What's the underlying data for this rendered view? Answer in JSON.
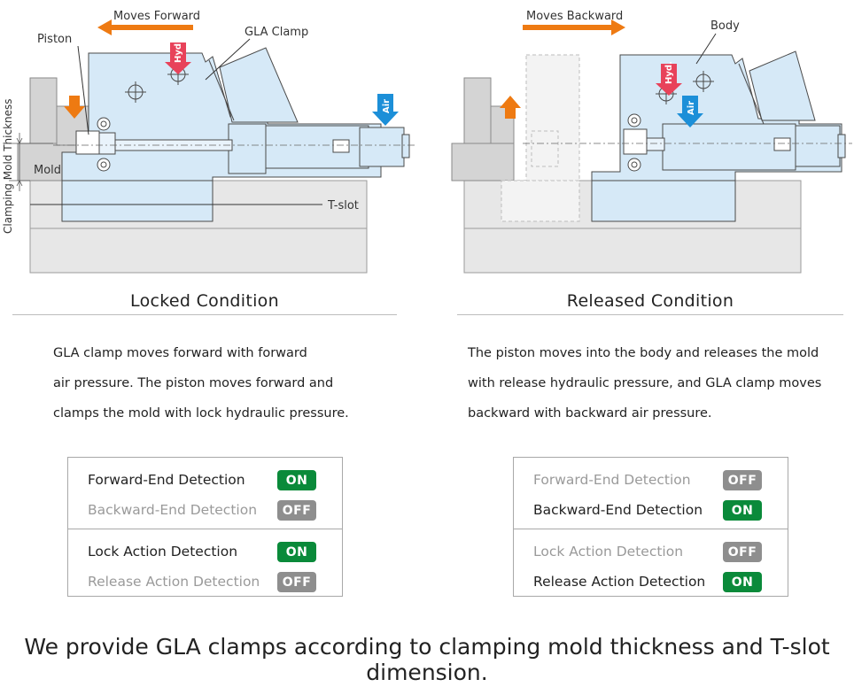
{
  "colors": {
    "body_blue": "#d6e9f7",
    "outline": "#4a4a4a",
    "arrow_orange": "#ee7a12",
    "arrow_red": "#e8425a",
    "arrow_blue": "#1c8fd8",
    "on_green": "#0a8a3a",
    "off_gray": "#8e8e8e",
    "base_gray": "#e7e7e7"
  },
  "locked": {
    "move_label": "Moves Forward",
    "piston_label": "Piston",
    "clamp_label": "GLA Clamp",
    "hyd_label": "Hyd.",
    "air_label": "Air",
    "mold_label": "Mold",
    "tslot_label": "T-slot",
    "thickness_label": "Clamping Mold Thickness",
    "title": "Locked Condition",
    "description": "GLA clamp moves forward with forward\nair pressure. The piston moves forward and\nclamps the mold with lock hydraulic pressure.",
    "status_groups": [
      [
        {
          "label": "Forward-End Detection",
          "state": "ON"
        },
        {
          "label": "Backward-End Detection",
          "state": "OFF"
        }
      ],
      [
        {
          "label": "Lock Action Detection",
          "state": "ON"
        },
        {
          "label": "Release Action Detection",
          "state": "OFF"
        }
      ]
    ]
  },
  "released": {
    "move_label": "Moves Backward",
    "body_label": "Body",
    "hyd_label": "Hyd.",
    "air_label": "Air",
    "title": "Released Condition",
    "description": "The piston moves into the body and releases the mold\nwith release hydraulic pressure, and GLA clamp moves\nbackward with backward air pressure.",
    "status_groups": [
      [
        {
          "label": "Forward-End Detection",
          "state": "OFF"
        },
        {
          "label": "Backward-End Detection",
          "state": "ON"
        }
      ],
      [
        {
          "label": "Lock Action Detection",
          "state": "OFF"
        },
        {
          "label": "Release Action Detection",
          "state": "ON"
        }
      ]
    ]
  },
  "footer": "We provide GLA clamps according to clamping mold thickness and T-slot dimension."
}
